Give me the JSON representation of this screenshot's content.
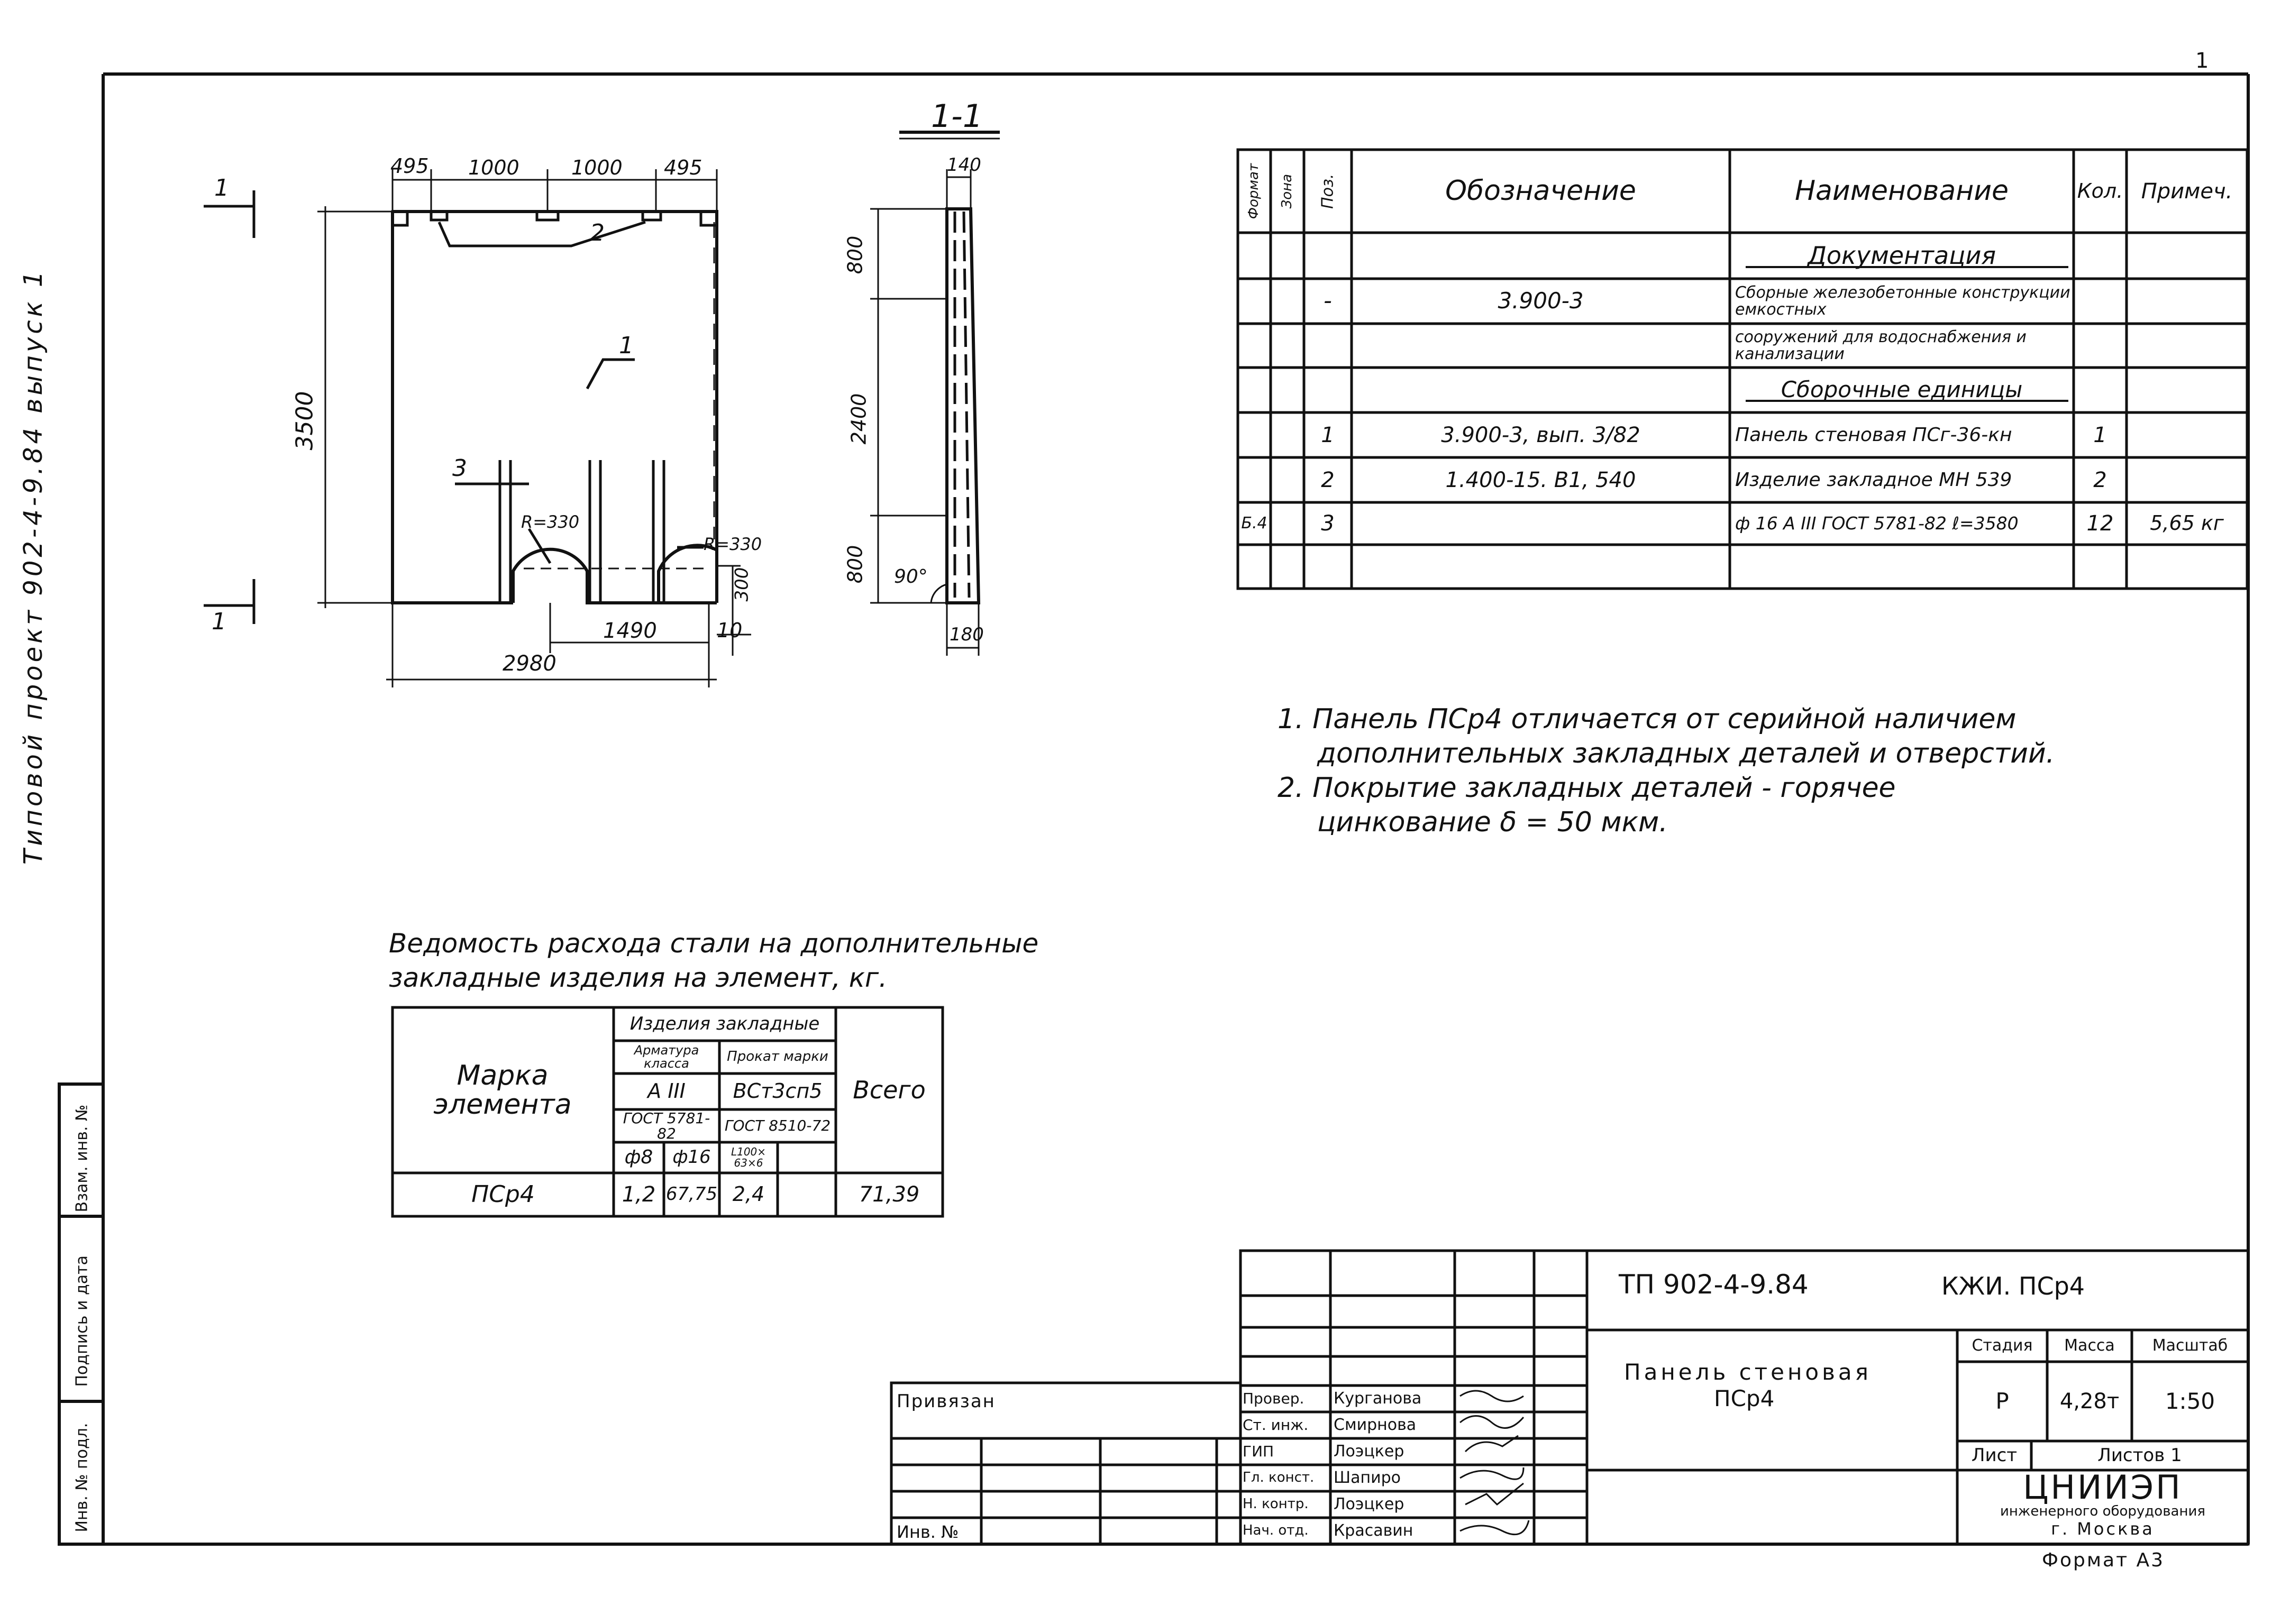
{
  "side_label": {
    "text": "Типовой проект 902-4-9.84 выпуск 1"
  },
  "corner_mark": "1",
  "stamp_cells": [
    "Инв. № подл.",
    "Подпись и дата",
    "Взам. инв. №"
  ],
  "plan": {
    "dims_top": [
      "495",
      "1000",
      "1000",
      "495"
    ],
    "height": "3500",
    "bottom_dims": [
      "1490",
      "2980",
      "10",
      "300"
    ],
    "radii": [
      "R=330",
      "R=330"
    ],
    "callouts": [
      "1",
      "2",
      "3"
    ],
    "section_marks": [
      "1",
      "1"
    ]
  },
  "section": {
    "title": "1-1",
    "thickness_top": "140",
    "thickness_bottom": "180",
    "dims": [
      "800",
      "2400",
      "800"
    ],
    "angle": "90°"
  },
  "spec": {
    "headers": [
      "Формат",
      "Зона",
      "Поз.",
      "Обозначение",
      "Наименование",
      "Кол.",
      "Примеч."
    ],
    "rows": [
      {
        "format": "",
        "zone": "",
        "pos": "",
        "designation": "",
        "name": "Документация",
        "qty": "",
        "note": ""
      },
      {
        "format": "",
        "zone": "",
        "pos": "-",
        "designation": "3.900-3",
        "name": "Сборные железобетонные конструкции емкостных",
        "qty": "",
        "note": ""
      },
      {
        "format": "",
        "zone": "",
        "pos": "",
        "designation": "",
        "name": "сооружений для водоснабжения и канализации",
        "qty": "",
        "note": ""
      },
      {
        "format": "",
        "zone": "",
        "pos": "",
        "designation": "",
        "name": "Сборочные единицы",
        "qty": "",
        "note": ""
      },
      {
        "format": "",
        "zone": "",
        "pos": "1",
        "designation": "3.900-3, вып. 3/82",
        "name": "Панель стеновая ПСг-36-кн",
        "qty": "1",
        "note": ""
      },
      {
        "format": "",
        "zone": "",
        "pos": "2",
        "designation": "1.400-15. В1, 540",
        "name": "Изделие закладное МН 539",
        "qty": "2",
        "note": ""
      },
      {
        "format": "Б.4",
        "zone": "",
        "pos": "3",
        "designation": "",
        "name": "ф 16 А III ГОСТ 5781-82 ℓ=3580",
        "qty": "12",
        "note": "5,65 кг"
      },
      {
        "format": "",
        "zone": "",
        "pos": "",
        "designation": "",
        "name": "",
        "qty": "",
        "note": ""
      }
    ]
  },
  "notes": [
    "1. Панель ПСр4 отличается от серийной наличием",
    "дополнительных закладных деталей и отверстий.",
    "2. Покрытие закладных деталей - горячее",
    "цинкование  δ = 50 мкм."
  ],
  "steel_table": {
    "caption_line1": "Ведомость расхода стали на дополнительные",
    "caption_line2": "закладные изделия на элемент, кг.",
    "header_main": "Марка элемента",
    "header_group": "Изделия закладные",
    "header_rebar": "Арматура класса",
    "header_rolled": "Прокат марки",
    "rebar_class": "А III",
    "rolled_grade": "ВСт3сп5",
    "rebar_gost": "ГОСТ 5781-82",
    "rolled_gost": "ГОСТ 8510-72",
    "col_d8": "ф8",
    "col_d16": "ф16",
    "col_angle": "L100× 63×6",
    "header_total": "Всего",
    "row": {
      "mark": "ПСр4",
      "d8": "1,2",
      "d16": "67,75",
      "angle": "2,4",
      "total": "71,39"
    }
  },
  "title_block": {
    "code": "ТП 902-4-9.84",
    "sheet_code": "КЖИ. ПСр4",
    "title_line1": "Панель стеновая",
    "title_line2": "ПСр4",
    "stage_header": "Стадия",
    "mass_header": "Масса",
    "scale_header": "Масштаб",
    "stage": "Р",
    "mass": "4,28т",
    "scale": "1:50",
    "sheet_label": "Лист",
    "sheets_label": "Листов 1",
    "org_name": "ЦНИИЭП",
    "org_line2": "инженерного оборудования",
    "org_city": "г. Москва",
    "bound_label": "Привязан",
    "inv_label": "Инв. №",
    "format": "Формат А3",
    "signatories": [
      {
        "role": "Провер.",
        "name": "Курганова"
      },
      {
        "role": "Ст. инж.",
        "name": "Смирнова"
      },
      {
        "role": "ГИП",
        "name": "Лоэцкер"
      },
      {
        "role": "Гл. конст.",
        "name": "Шапиро"
      },
      {
        "role": "Н. контр.",
        "name": "Лоэцкер"
      },
      {
        "role": "Нач. отд.",
        "name": "Красавин"
      }
    ]
  }
}
